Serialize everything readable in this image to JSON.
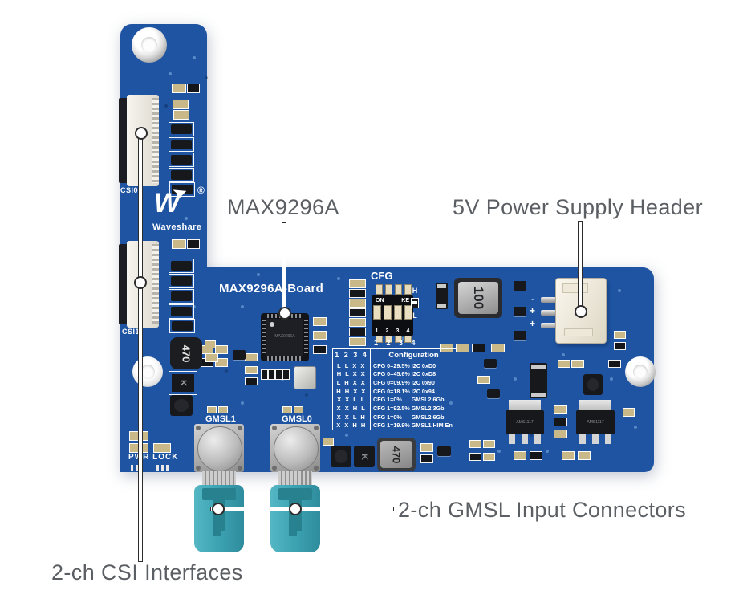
{
  "annotations": {
    "chip": "MAX9296A",
    "power_header": "5V Power Supply Header",
    "gmsl": "2-ch GMSL Input Connectors",
    "csi": "2-ch CSI Interfaces"
  },
  "board": {
    "silk_title": "MAX9296A-Board",
    "logo": {
      "w": "W",
      "arrow": "➤",
      "reg": "®",
      "name": "Waveshare"
    },
    "csi0": "CSI0",
    "csi1": "CSI1",
    "gmsl1": "GMSL1",
    "gmsl0": "GMSL0",
    "pwr_lock": "PWR LOCK",
    "cfg": "CFG",
    "dip_on": "ON",
    "dip_ke": "KE",
    "dip_n1": "1",
    "dip_n2": "2",
    "dip_n3": "3",
    "dip_n4": "4",
    "dip_silk_numbers": "1 2 3 4",
    "dip_h": "H",
    "dip_l": "L",
    "ind_470": "470",
    "ind_100": "100",
    "k_mark": "K",
    "chip_mark": "MAX9296A",
    "reg_mark": "AMS1117",
    "pin_neg": "-",
    "pin_pos": "+",
    "table": {
      "col1": "1 2 3 4",
      "col2": "Configuration",
      "rows": [
        {
          "sw": "L L X X",
          "desc": "CFG 0=29.5% I2C 0xD0"
        },
        {
          "sw": "H L X X",
          "desc": "CFG 0=45.6% I2C 0xD8"
        },
        {
          "sw": "L H X X",
          "desc": "CFG 0=09.9% I2C 0x90"
        },
        {
          "sw": "H H X X",
          "desc": "CFG 0=18.1% I2C 0x94"
        },
        {
          "sw": "X X L L",
          "desc": "CFG 1=0%      GMSL2 6Gb"
        },
        {
          "sw": "X X H L",
          "desc": "CFG 1=92.5% GMSL2 3Gb"
        },
        {
          "sw": "X X L H",
          "desc": "CFG 1=0%      GMSL2 6Gb"
        },
        {
          "sw": "X X H H",
          "desc": "CFG 1=19.9% GMSL1 HIM En"
        }
      ]
    }
  }
}
